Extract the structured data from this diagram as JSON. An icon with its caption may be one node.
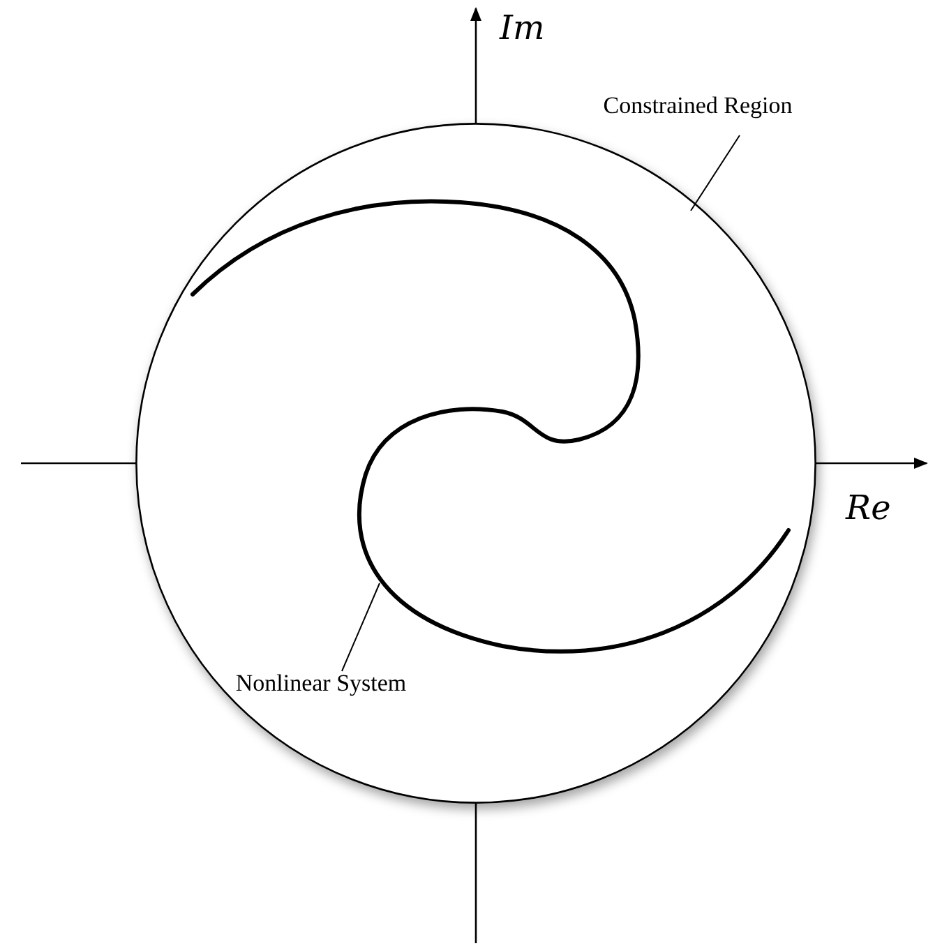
{
  "diagram": {
    "nodes": [
      {
        "text": [
          "Constrained Region"
        ]
      },
      {
        "text": [],
        "shape": "circle"
      },
      {
        "text": [
          "Nonlinear System"
        ],
        "in": 1
      },
      {
        "text": [],
        "shape": "curve",
        "in": 1
      }
    ],
    "edges": [
      {
        "from": 0,
        "to": 1,
        "arrow": "none"
      },
      {
        "from": 2,
        "to": 3,
        "arrow": "none"
      }
    ],
    "labels": [
      "Im",
      "Re"
    ]
  }
}
